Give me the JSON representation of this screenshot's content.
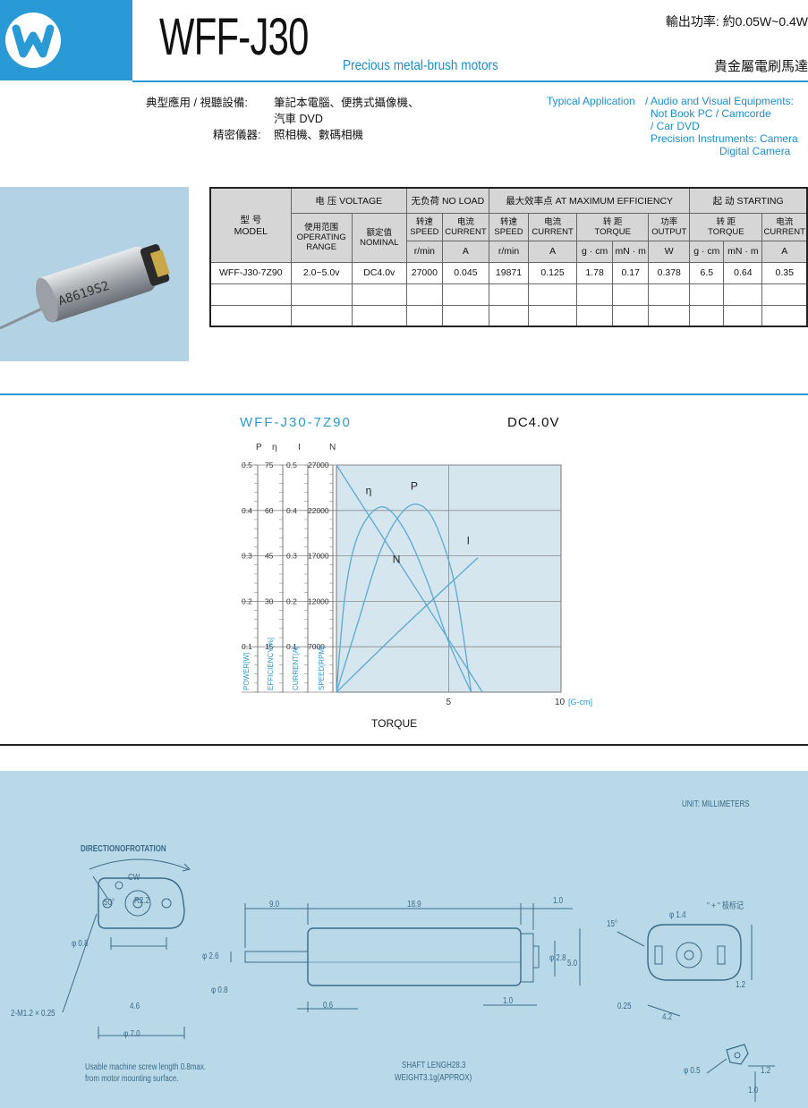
{
  "header": {
    "model_title": "WFF-J30",
    "subtitle": "Precious metal-brush motors",
    "power_range": "輸出功率:  約0.05W~0.4W",
    "cn_name": "貴金屬電刷馬達",
    "brand_color": "#2a9ad6"
  },
  "application": {
    "cn_label": "典型應用  /  視聽設備:",
    "cn_av_line1": "筆記本電腦、便携式攝像機、",
    "cn_av_line2": "汽車 DVD",
    "cn_precision_label": "精密儀器:",
    "cn_precision_value": "照相機、數碼相機",
    "en_label": "Typical Application",
    "en_av": "/ Audio and Visual Equipments:",
    "en_item1": "Not Book PC / Camcorde",
    "en_item2": "/ Car  DVD",
    "en_precision": "Precision Instruments: Camera",
    "en_precision2": "Digital Camera"
  },
  "product_photo": {
    "marking": "A8619S2"
  },
  "spec_table": {
    "model_label_cn": "型 号",
    "model_label_en": "MODEL",
    "voltage_group": "电 压 VOLTAGE",
    "no_load_group": "无负荷  NO LOAD",
    "max_eff_group": "最大效率点  AT MAXIMUM EFFICIENCY",
    "starting_group": "起   动  STARTING",
    "operating_cn": "使用范围",
    "operating_en1": "OPERATING",
    "operating_en2": "RANGE",
    "nominal_cn": "额定值",
    "nominal_en": "NOMINAL",
    "speed_cn": "转速",
    "speed_en": "SPEED",
    "current_cn": "电流",
    "current_en": "CURRENT",
    "torque_cn": "转   距",
    "torque_en": "TORQUE",
    "output_cn": "功率",
    "output_en": "OUTPUT",
    "units": [
      "r/min",
      "A",
      "r/min",
      "A",
      "g · cm",
      "mN · m",
      "W",
      "g · cm",
      "mN · m",
      "A"
    ],
    "rows": [
      {
        "model": "WFF-J30-7Z90",
        "operating_range": "2.0~5.0v",
        "nominal": "DC4.0v",
        "noload_speed": "27000",
        "noload_current": "0.045",
        "eff_speed": "19871",
        "eff_current": "0.125",
        "eff_torque_gcm": "1.78",
        "eff_torque_mnm": "0.17",
        "eff_output": "0.378",
        "start_torque_gcm": "6.5",
        "start_torque_mnm": "0.64",
        "start_current": "0.35"
      }
    ]
  },
  "chart_data": {
    "type": "line",
    "title": "WFF-J30-7Z90",
    "subtitle": "DC4.0V",
    "xlabel": "TORQUE",
    "x_unit": "[G-cm]",
    "xlim": [
      0,
      10
    ],
    "x_ticks": [
      "5",
      "10"
    ],
    "axis_headers": [
      "P",
      "η",
      "I",
      "N"
    ],
    "axis_names": [
      "POWER[W]",
      "EFFICIENCY[%]",
      "CURRENT[A]",
      "SPEED[RPM]"
    ],
    "power_ticks": [
      "0.5",
      "0.4",
      "0.3",
      "0.2",
      "0.1"
    ],
    "efficiency_ticks": [
      "75",
      "60",
      "45",
      "30",
      "15"
    ],
    "current_ticks": [
      "0.5",
      "0.4",
      "0.3",
      "0.2",
      "0.1"
    ],
    "speed_ticks": [
      "27000",
      "22000",
      "17000",
      "12000",
      "7000"
    ],
    "ylim_speed": [
      2000,
      27000
    ],
    "grid": true,
    "plot_background": "#d5e6ee",
    "line_color": "#5aa9d6",
    "series": [
      {
        "name": "N",
        "x": [
          0,
          6.5
        ],
        "y": [
          27000,
          2000
        ]
      },
      {
        "name": "I",
        "x": [
          0,
          3.0,
          6.3
        ],
        "y": [
          2000,
          9200,
          16800
        ]
      },
      {
        "name": "η",
        "x": [
          0,
          0.4,
          1.0,
          2.0,
          3.0,
          4.0,
          5.0,
          6.0
        ],
        "y": [
          2000,
          13000,
          19500,
          22400,
          20000,
          14500,
          7500,
          2000
        ]
      },
      {
        "name": "P",
        "x": [
          0,
          1.0,
          2.0,
          3.0,
          3.8,
          4.5,
          5.3,
          6.0
        ],
        "y": [
          2000,
          10000,
          17800,
          22000,
          22500,
          20000,
          13500,
          2000
        ]
      }
    ]
  },
  "drawing": {
    "unit_label": "UNIT: MILLIMETERS",
    "rotation_title": "DIRECTIONOFROTATION",
    "rotation_dir": "CW",
    "angle_50": "50°",
    "r22": "R2.2",
    "d08": "φ 0.8",
    "screw": "2-M1.2 × 0.25",
    "dim_46": "4.6",
    "dim_70": "φ 7.0",
    "note1": "Usable machine screw length 0.8max.",
    "note2": "from motor mounting surface.",
    "dim_90": "9.0",
    "dim_189": "18.9",
    "dim_10a": "1.0",
    "dim_d26": "φ 2.6",
    "dim_d28": "φ 2.8",
    "dim_50": "5.0",
    "dim_d08b": "φ 0.8",
    "dim_06": "0.6",
    "dim_10b": "1.0",
    "shaft": "SHAFT LENGH28.3",
    "weight": "WEIGHT3.1g(APPROX)",
    "angle_15": "15°",
    "d14": "φ 1.4",
    "plus_mark": "\" + \" 极标记",
    "dim_12a": "1.2",
    "dim_025": "0.25",
    "dim_42": "4.2",
    "d05": "φ 0.5",
    "dim_12b": "1.2",
    "dim_10c": "1.0"
  }
}
